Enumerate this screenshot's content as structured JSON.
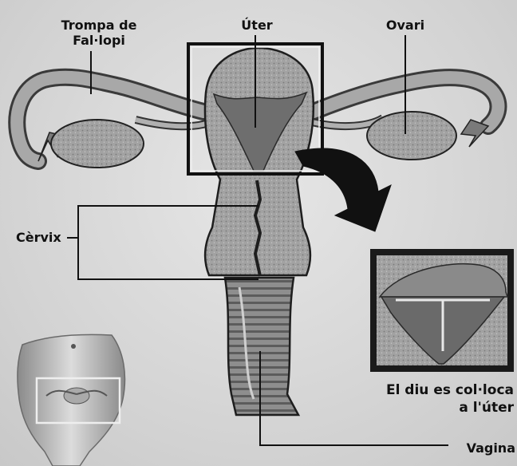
{
  "labels": {
    "fallopian_tube": [
      "Trompa de",
      "Fal·lopi"
    ],
    "uterus": "Úter",
    "ovary": "Ovari",
    "cervix": "Cèrvix",
    "iud_caption": [
      "El diu es col·loca",
      "a l'úter"
    ],
    "vagina": "Vagina"
  },
  "colors": {
    "tissue": "#9a9a9a",
    "tissue_dark": "#5e5e5e",
    "cavity": "#7d7d7d",
    "frame": "#1a1a1a",
    "background": "#d6d6d6"
  }
}
